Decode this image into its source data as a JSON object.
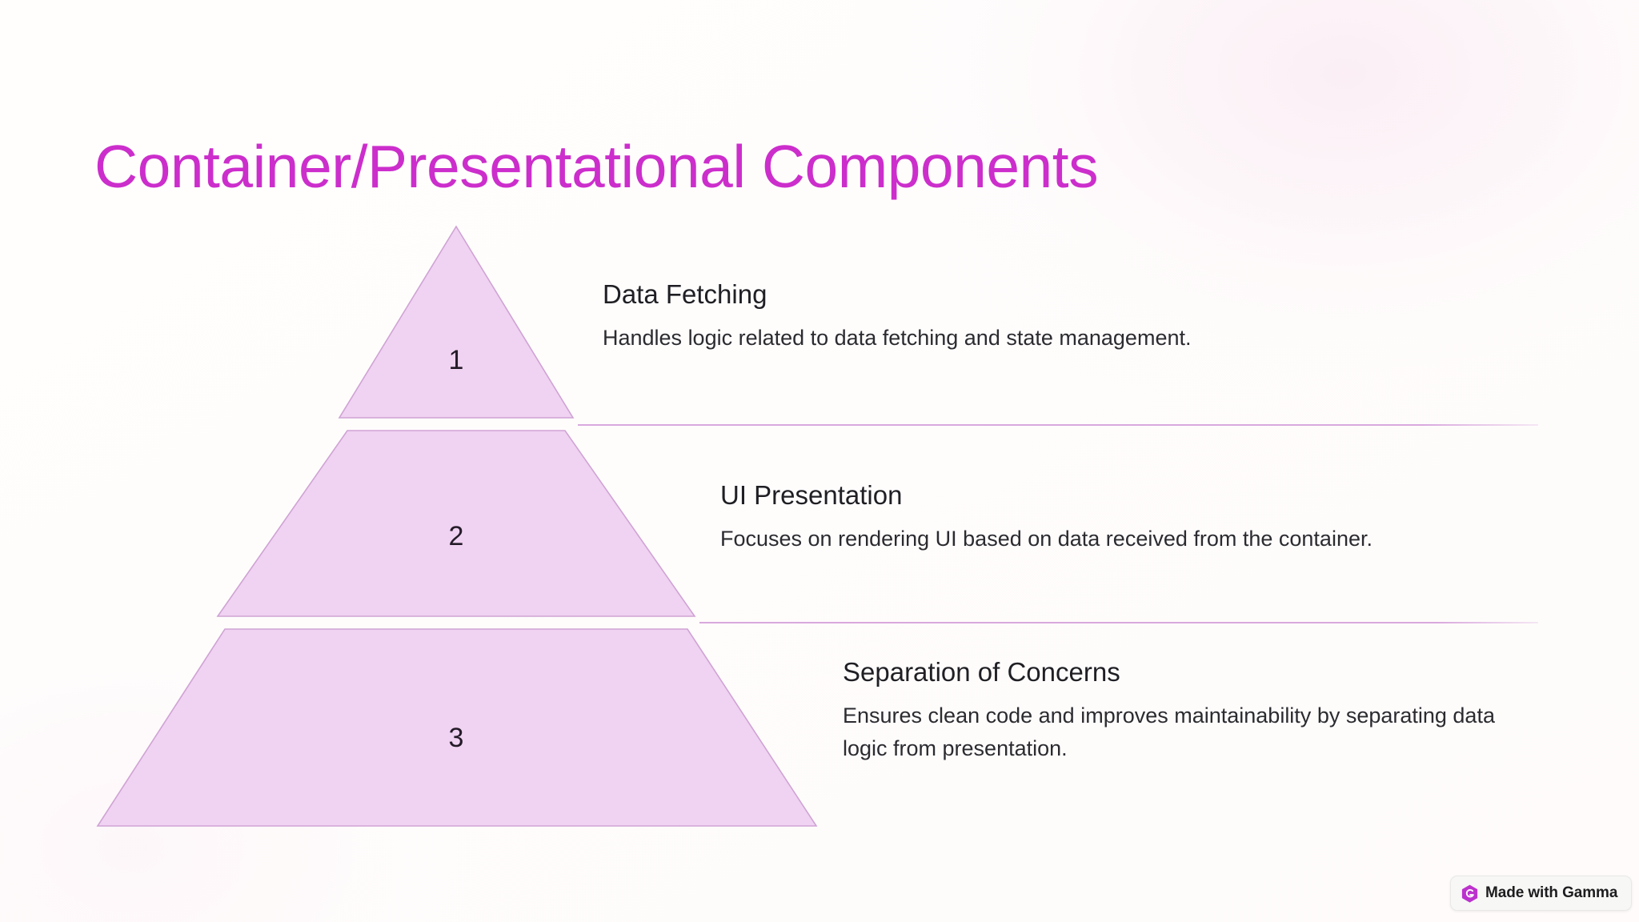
{
  "slide": {
    "title": "Container/Presentational Components",
    "title_color": "#cc2ecc",
    "background_color": "#fffefd"
  },
  "pyramid": {
    "fill_color": "#f0d2f2",
    "stroke_color": "#cfa3d4",
    "levels": [
      {
        "number": "1"
      },
      {
        "number": "2"
      },
      {
        "number": "3"
      }
    ]
  },
  "sections": [
    {
      "number": "1",
      "heading": "Data Fetching",
      "body": "Handles logic related to data fetching and state management."
    },
    {
      "number": "2",
      "heading": "UI Presentation",
      "body": "Focuses on rendering UI based on data received from the container."
    },
    {
      "number": "3",
      "heading": "Separation of Concerns",
      "body": "Ensures clean code and improves maintainability by separating data logic from presentation."
    }
  ],
  "badge": {
    "label": "Made with Gamma",
    "logo_icon": "gamma-hexagon-icon"
  }
}
